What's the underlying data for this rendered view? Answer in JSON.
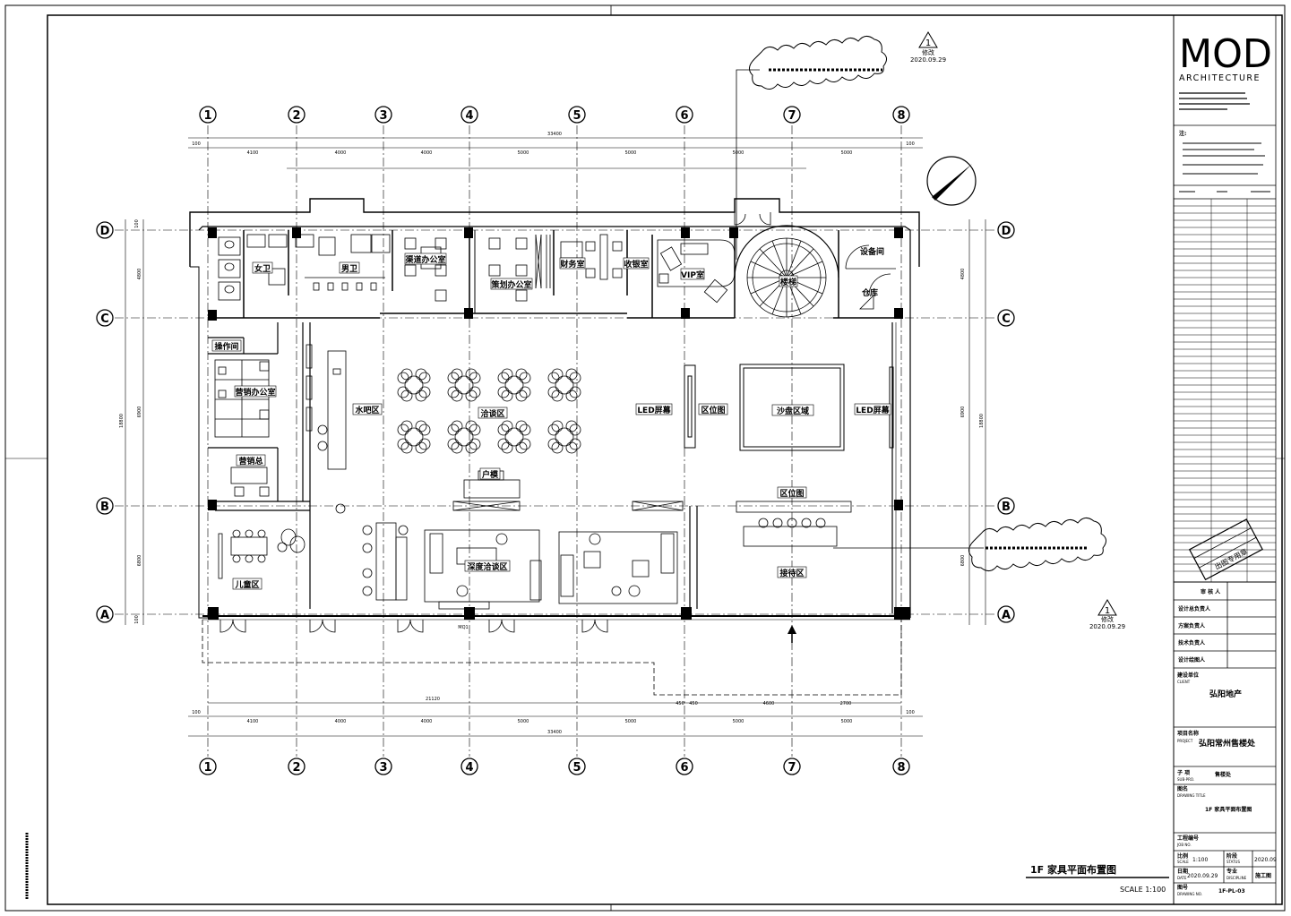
{
  "title_block": {
    "logo_main": "MOD",
    "logo_sub": "ARCHITECTURE",
    "notes_label": "注:",
    "reviewer_label": "审 核 人",
    "roles": [
      "设计总负责人",
      "方案负责人",
      "技术负责人",
      "设计绘图人"
    ],
    "client_label": "建设单位",
    "client_en": "CLIENT",
    "client_value": "弘阳地产",
    "project_label": "项目名称",
    "project_en": "PROJECT",
    "project_value": "弘阳常州售楼处",
    "subproject_label": "子 项",
    "subproject_en": "SUB-PRO.",
    "subproject_value": "售楼处",
    "drawing_title_label": "图名",
    "drawing_title_en": "DRAWING TITLE",
    "drawing_title_value": "1F 家具平面布置图",
    "job_no_label": "工程编号",
    "job_no_en": "JOB NO.",
    "scale_label": "比例",
    "scale_en": "SCALE",
    "scale_value": "1:100",
    "status_label": "阶段",
    "status_en": "STATUS",
    "status_value": "2020.09",
    "date_label": "日期",
    "date_en": "DATE",
    "date_value": "2020.09.29",
    "discipline_label": "专业",
    "discipline_en": "DISCIPLINE",
    "discipline_value": "施工图",
    "drawing_no_label": "图号",
    "drawing_no_en": "DRAWING NO.",
    "drawing_no_value": "1F-PL-03",
    "stamp_text": "出图专用章"
  },
  "drawing": {
    "caption": "1F 家具平面布置图",
    "scale": "SCALE  1:100",
    "revision_number": "1",
    "revision_label": "修改",
    "revision_date": "2020.09.29",
    "door_tag": "MQ1"
  },
  "grid": {
    "columns": [
      "1",
      "2",
      "3",
      "4",
      "5",
      "6",
      "7",
      "8"
    ],
    "rows": [
      "D",
      "C",
      "B",
      "A"
    ]
  },
  "dimensions": {
    "top_total": "33400",
    "top_spans": [
      "100",
      "4100",
      "4000",
      "4000",
      "5000",
      "5000",
      "5000",
      "5000",
      "100"
    ],
    "bottom_total": "33400",
    "bottom_spans": [
      "100",
      "4100",
      "4000",
      "4000",
      "5000",
      "5000",
      "5000",
      "5000",
      "100"
    ],
    "bottom_partial": [
      "21120",
      "450",
      "450",
      "4600",
      "2700"
    ],
    "left_spans": [
      "100",
      "4800",
      "6900",
      "6800",
      "100"
    ],
    "left_total": "18800"
  },
  "rooms": {
    "female_wc": "女卫",
    "male_wc": "男卫",
    "channel_office": "渠道办公室",
    "planning_office": "策划办公室",
    "finance": "财务室",
    "cashier": "收银室",
    "vip": "VIP室",
    "stair": "楼梯",
    "equipment": "设备间",
    "storage": "仓库",
    "operation": "操作间",
    "sales_office": "营销办公室",
    "sales_manager": "营销总",
    "water_bar": "水吧区",
    "negotiation": "洽谈区",
    "led_left": "LED屏幕",
    "location_map": "区位图",
    "sand_table": "沙盘区域",
    "led_right": "LED屏幕",
    "unit_model": "户模",
    "location_map_2": "区位图",
    "deep_negotiation": "深度洽谈区",
    "reception": "接待区",
    "kids": "儿童区"
  }
}
